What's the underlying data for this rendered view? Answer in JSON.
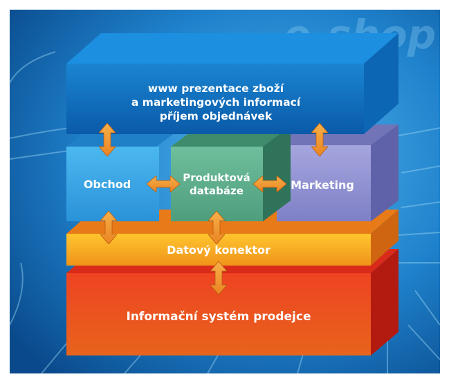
{
  "diagram": {
    "top_block": {
      "line1": "www prezentace zboží",
      "line2": "a marketingových informací",
      "line3": "příjem objednávek"
    },
    "obchod": "Obchod",
    "produktova_databaze": {
      "line1": "Produktová",
      "line2": "databáze"
    },
    "marketing": "Marketing",
    "datovy_konektor": "Datový konektor",
    "informacni_system": "Informační systém prodejce",
    "background_watermark": "e-shop"
  },
  "colors": {
    "background_light": "#3fa0dc",
    "background_dark": "#0a4a8c",
    "top_block": "#0a6cb8",
    "obchod": "#39a9e6",
    "produktova": "#5fae8e",
    "marketing": "#8d8dd0",
    "konektor": "#f2a21c",
    "system": "#e2331c",
    "arrow": "#f39a2a"
  }
}
